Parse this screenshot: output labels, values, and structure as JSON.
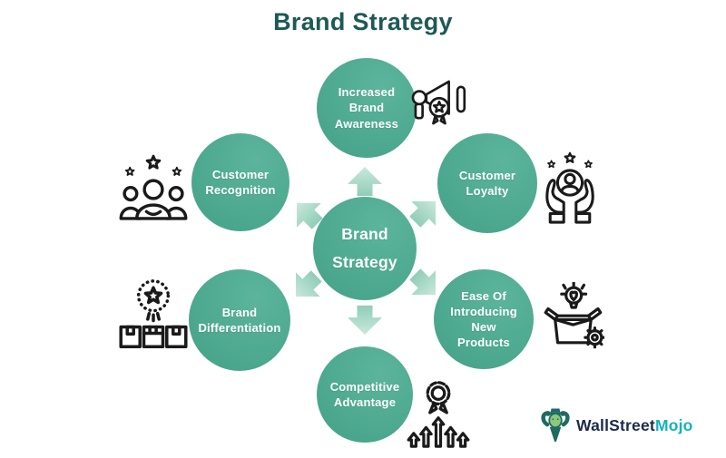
{
  "title": "Brand Strategy",
  "center_node": {
    "lines": [
      "Brand",
      "Strategy"
    ]
  },
  "nodes": [
    {
      "id": "increased-brand-awareness",
      "lines": [
        "Increased",
        "Brand",
        "Awareness"
      ],
      "icon": "megaphone-award-icon",
      "position": "top"
    },
    {
      "id": "customer-loyalty",
      "lines": [
        "Customer",
        "Loyalty"
      ],
      "icon": "hands-holding-customer-icon",
      "position": "top-right"
    },
    {
      "id": "ease-of-introducing-new-products",
      "lines": [
        "Ease Of",
        "Introducing",
        "New",
        "Products"
      ],
      "icon": "open-box-idea-gear-icon",
      "position": "bottom-right"
    },
    {
      "id": "competitive-advantage",
      "lines": [
        "Competitive",
        "Advantage"
      ],
      "icon": "award-ribbon-growth-arrows-icon",
      "position": "bottom"
    },
    {
      "id": "brand-differentiation",
      "lines": [
        "Brand",
        "Differentiation"
      ],
      "icon": "products-star-icon",
      "position": "bottom-left"
    },
    {
      "id": "customer-recognition",
      "lines": [
        "Customer",
        "Recognition"
      ],
      "icon": "customers-stars-icon",
      "position": "top-left"
    }
  ],
  "logo": {
    "name_primary": "WallStreet",
    "name_secondary": "Mojo"
  },
  "colors": {
    "title": "#1c5a55",
    "circle_fill": "#49a68d",
    "circle_fill_light": "#5cb49c",
    "circle_text": "#ffffff",
    "arrow_light": "#c9e8db",
    "arrow_dark": "#90cdb8",
    "icon_stroke": "#1a1a1a",
    "logo_text_primary": "#1b2b4a",
    "logo_text_secondary": "#14b3b8",
    "logo_mascot_dark": "#1e6b63",
    "logo_mascot_light": "#8fc878"
  }
}
